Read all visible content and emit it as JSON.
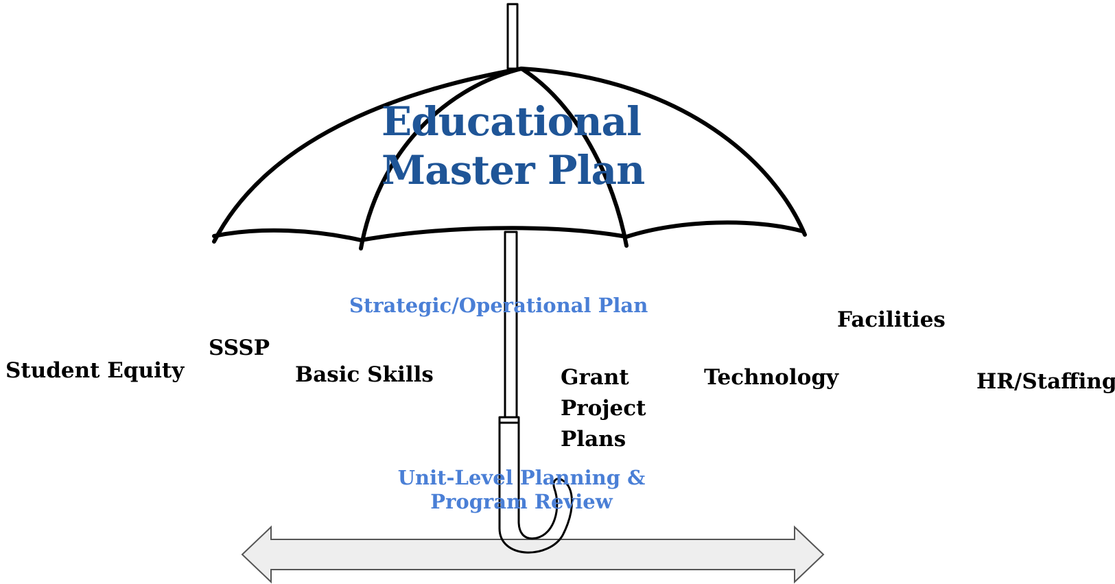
{
  "title": {
    "line1": "Educational",
    "line2": "Master Plan"
  },
  "strategic_plan": "Strategic/Operational Plan",
  "unit_level": {
    "line1": "Unit-Level Planning &",
    "line2": "Program Review"
  },
  "plans": {
    "student_equity": "Student Equity",
    "sssp": "SSSP",
    "basic_skills": "Basic Skills",
    "grant": {
      "line1": "Grant",
      "line2": "Project",
      "line3": "Plans"
    },
    "technology": "Technology",
    "facilities": "Facilities",
    "hr_staffing": "HR/Staffing"
  },
  "colors": {
    "title": "#1f5597",
    "blue_text": "#4a7fd6",
    "outline": "#000000",
    "arrow_fill": "#eeeeee",
    "arrow_stroke": "#555555"
  },
  "icons": {
    "umbrella": "umbrella-icon",
    "arrow": "double-headed-arrow-icon"
  }
}
